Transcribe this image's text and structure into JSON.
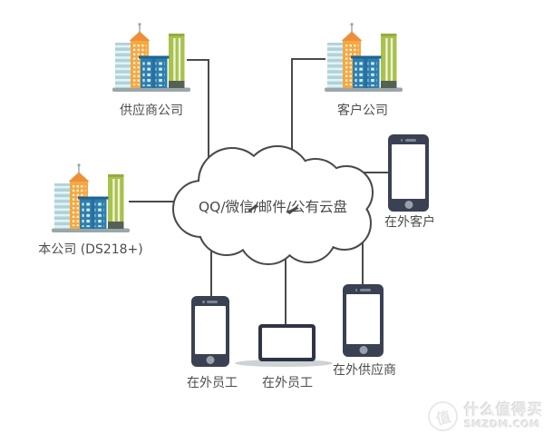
{
  "diagram": {
    "cloud_label": "QQ/微信/邮件/公有云盘",
    "nodes": {
      "supplier_company": {
        "label": "供应商公司",
        "type": "office-buildings"
      },
      "customer_company": {
        "label": "客户公司",
        "type": "office-buildings"
      },
      "our_company": {
        "label": "本公司 (DS218+)",
        "type": "office-buildings"
      },
      "remote_customer": {
        "label": "在外客户",
        "type": "smartphone"
      },
      "remote_employee_phone": {
        "label": "在外员工",
        "type": "smartphone"
      },
      "remote_employee_laptop": {
        "label": "在外员工",
        "type": "laptop"
      },
      "remote_supplier": {
        "label": "在外供应商",
        "type": "smartphone"
      }
    },
    "edges": [
      {
        "from": "supplier_company",
        "to": "cloud"
      },
      {
        "from": "customer_company",
        "to": "cloud"
      },
      {
        "from": "our_company",
        "to": "cloud"
      },
      {
        "from": "cloud",
        "to": "remote_customer"
      },
      {
        "from": "cloud",
        "to": "remote_employee_phone"
      },
      {
        "from": "cloud",
        "to": "remote_employee_laptop"
      },
      {
        "from": "cloud",
        "to": "remote_supplier"
      }
    ],
    "colors": {
      "line": "#4a4a4a",
      "cloud_outline": "#4a4a4a",
      "cloud_fill": "#ffffff",
      "label_text": "#4d4d4d",
      "building_lightblue": "#aed3da",
      "building_orange": "#f5a840",
      "building_blue": "#2e7fae",
      "building_green": "#a9c14d",
      "platform_gray": "#9aa6a9",
      "device_body": "#3a4153"
    }
  },
  "watermark": {
    "logo_char": "值",
    "site_name": "什么值得买",
    "site_domain": "SMZDM.COM"
  }
}
